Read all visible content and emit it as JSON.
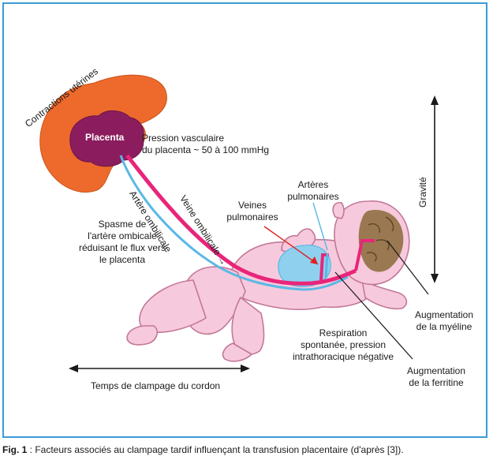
{
  "labels": {
    "contractions": "Contractions utérines",
    "placenta": "Placenta",
    "pression": "Pression vasculaire\ndu placenta ~ 50 à 100 mmHg",
    "artere_ombilicale": "Artère ombilicale",
    "veine_ombilicale": "Veine ombilicale →",
    "arteres_pulmonaires": "Artères\npulmonaires",
    "veines_pulmonaires": "Veines\npulmonaires",
    "spasme": "Spasme de\nl'artère ombicale\nréduisant le flux vers\nle placenta",
    "gravite": "Gravité",
    "myeline": "Augmentation\nde la myéline",
    "respiration": "Respiration\nspontanée, pression\nintrathoracique négative",
    "ferritine": "Augmentation\nde la ferritine",
    "temps": "Temps de clampage du cordon"
  },
  "caption": {
    "prefix": "Fig. 1",
    "text": " : Facteurs associés au clampage tardif influençant la transfusion placentaire (d'après [3])."
  },
  "colors": {
    "border": "#3a9bd6",
    "uterus": "#ee6a2c",
    "placenta": "#8b1d5e",
    "vein": "#e8257a",
    "artery": "#59b8e6",
    "baby_skin": "#f7c9dc",
    "baby_outline": "#c27898",
    "brain": "#8a6a3a"
  }
}
